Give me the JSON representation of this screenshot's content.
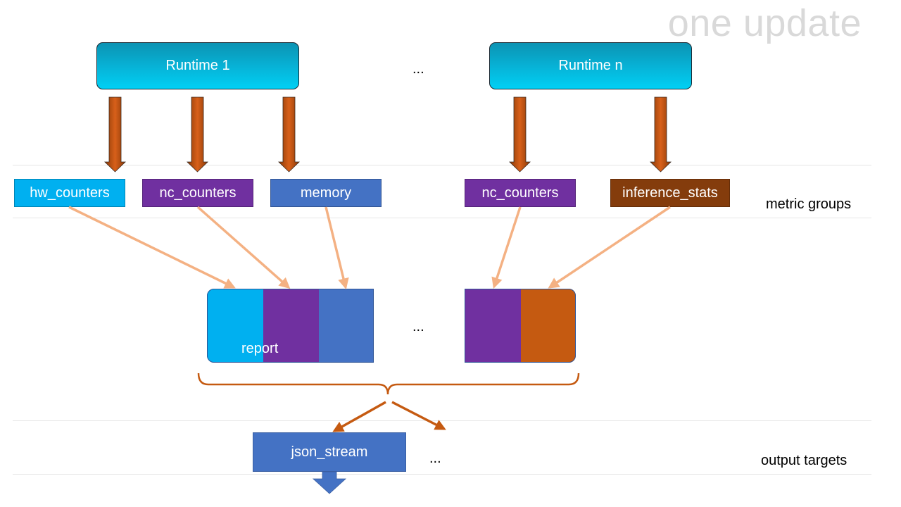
{
  "title": "one update",
  "runtimes": [
    {
      "label": "Runtime 1"
    },
    {
      "label": "Runtime n"
    }
  ],
  "runtime_separator": "...",
  "metric_groups": [
    {
      "label": "hw_counters",
      "color": "#00b0f0"
    },
    {
      "label": "nc_counters",
      "color": "#7030a0"
    },
    {
      "label": "memory",
      "color": "#4472c4"
    },
    {
      "label": "nc_counters",
      "color": "#7030a0"
    },
    {
      "label": "inference_stats",
      "color": "#843c0c"
    }
  ],
  "metric_groups_label": "metric groups",
  "report": {
    "label": "report",
    "left_segments": [
      "#00b0f0",
      "#7030a0",
      "#4472c4"
    ],
    "right_segments": [
      "#7030a0",
      "#c55a11"
    ],
    "separator": "..."
  },
  "output_targets": {
    "items": [
      {
        "label": "json_stream",
        "color": "#4472c4"
      }
    ],
    "separator": "...",
    "label": "output targets"
  },
  "colors": {
    "runtime_arrow": "#c55a11",
    "group_arrow": "#f4b183",
    "brace": "#c55a11"
  }
}
